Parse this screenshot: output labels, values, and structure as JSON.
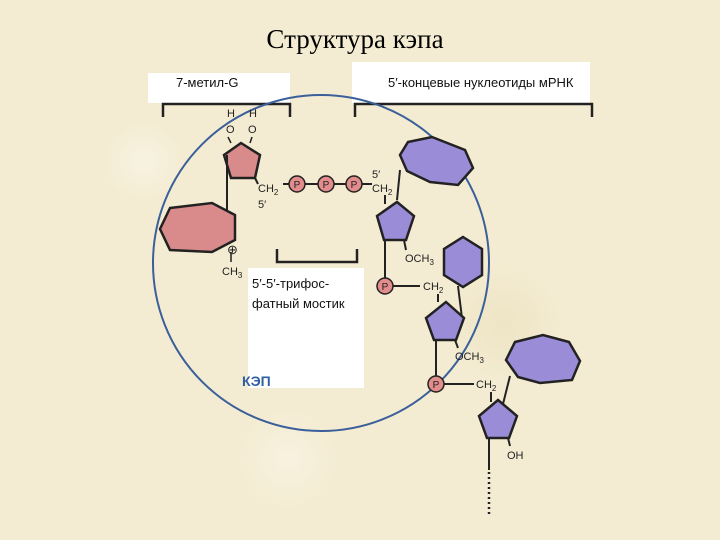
{
  "title": "Структура кэпа",
  "labels": {
    "methyl_g": "7-метил-G",
    "mrna_nucleotides": "5′-концевые нуклеотиды мРНК",
    "bridge_line1": "5′-5′-трифос-",
    "bridge_line2": "фатный мостик",
    "cap": "КЭП"
  },
  "atoms": {
    "h1": "H",
    "h2": "H",
    "o1": "O",
    "o2": "O",
    "ch2_g": "CH",
    "ch2_g_sub": "2",
    "five_prime_g": "5′",
    "plus": "⊕",
    "ch3": "CH",
    "ch3_sub": "3",
    "p": "P",
    "five_prime_n1": "5′",
    "ch2_n1": "CH",
    "ch2_n1_sub": "2",
    "och3_n1": "OCH",
    "och3_n1_sub": "3",
    "ch2_n2": "CH",
    "ch2_n2_sub": "2",
    "och3_n2": "OCH",
    "och3_n2_sub": "3",
    "ch2_n3": "CH",
    "ch2_n3_sub": "2",
    "oh_n3": "OH"
  },
  "colors": {
    "guanine": "#d98b8b",
    "nucleotide": "#9b8cd8",
    "phosphate": "#e28c8c",
    "circle": "#3a5f9a",
    "background": "#f4ecd2"
  }
}
